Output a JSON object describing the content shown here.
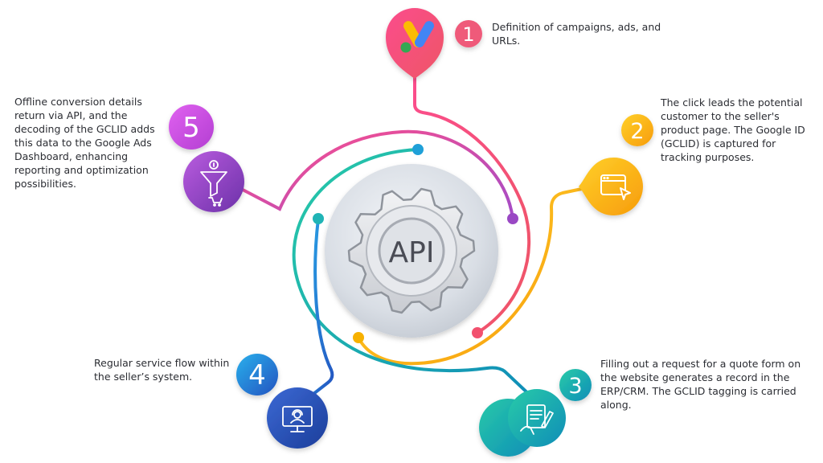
{
  "center": {
    "label": "API"
  },
  "steps": [
    {
      "number": "1",
      "text": "Definition of campaigns, ads, and URLs.",
      "icon": "google-ads-logo-icon",
      "color": "#ea4c7c"
    },
    {
      "number": "2",
      "text": "The click leads the potential customer to the seller's product page. The Google ID (GCLID) is captured for tracking purposes.",
      "icon": "browser-click-icon",
      "color": "#f7b500"
    },
    {
      "number": "3",
      "text": "Filling out a request for a quote form on the website generates a record in the ERP/CRM. The GCLID tagging is carried along.",
      "icon": "form-document-icon",
      "color": "#19b7b0"
    },
    {
      "number": "4",
      "text": "Regular service flow within the seller’s system.",
      "icon": "support-monitor-icon",
      "color": "#2a5fc4"
    },
    {
      "number": "5",
      "text": "Offline conversion details return via API, and the decoding of the GCLID adds this data to the Google Ads Dashboard, enhancing reporting and optimization possibilities.",
      "icon": "funnel-cart-icon",
      "color": "#8e3fc0"
    }
  ]
}
